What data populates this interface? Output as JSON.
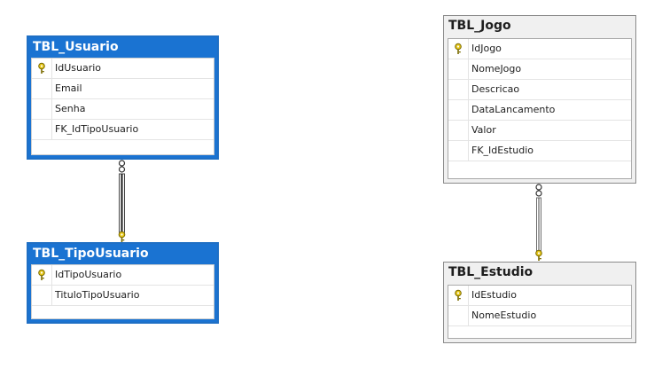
{
  "tables": {
    "usuario": {
      "name": "TBL_Usuario",
      "columns": [
        "IdUsuario",
        "Email",
        "Senha",
        "FK_IdTipoUsuario"
      ]
    },
    "tipousuario": {
      "name": "TBL_TipoUsuario",
      "columns": [
        "IdTipoUsuario",
        "TituloTipoUsuario"
      ]
    },
    "jogo": {
      "name": "TBL_Jogo",
      "columns": [
        "IdJogo",
        "NomeJogo",
        "Descricao",
        "DataLancamento",
        "Valor",
        "FK_IdEstudio"
      ]
    },
    "estudio": {
      "name": "TBL_Estudio",
      "columns": [
        "IdEstudio",
        "NomeEstudio"
      ]
    }
  },
  "relationships": [
    {
      "from": "TBL_Usuario",
      "to": "TBL_TipoUsuario"
    },
    {
      "from": "TBL_Jogo",
      "to": "TBL_Estudio"
    }
  ],
  "colors": {
    "selected_header": "#1a73d2",
    "key_icon": "#e6c619"
  }
}
